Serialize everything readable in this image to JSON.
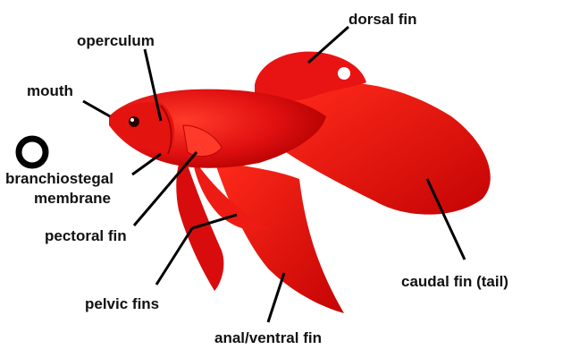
{
  "colors": {
    "fish": "#e01010",
    "fish_dark": "#a80000",
    "fish_light": "#ff4a3a",
    "line": "#000000",
    "text": "#111111"
  },
  "icon": "ring-icon",
  "labels": {
    "dorsal_fin": "dorsal fin",
    "operculum": "operculum",
    "mouth": "mouth",
    "branchiostegal_line1": "branchiostegal",
    "branchiostegal_line2": "membrane",
    "pectoral_fin": "pectoral fin",
    "pelvic_fins": "pelvic fins",
    "anal_ventral_fin": "anal/ventral fin",
    "caudal_fin": "caudal fin (tail)"
  }
}
